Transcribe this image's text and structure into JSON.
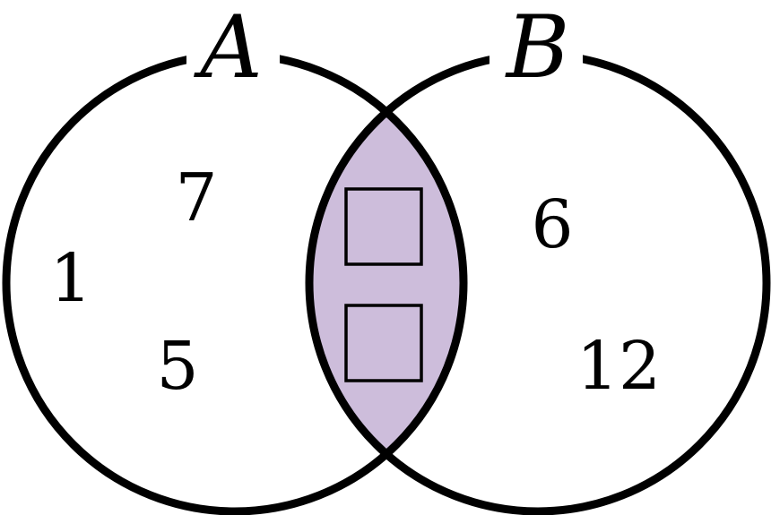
{
  "diagram": {
    "set_a": {
      "label": "A",
      "elements": [
        "7",
        "1",
        "5"
      ]
    },
    "set_b": {
      "label": "B",
      "elements": [
        "6",
        "12"
      ]
    },
    "intersection": {
      "blank_boxes": 2
    },
    "colors": {
      "outline": "#000000",
      "intersection_fill": "#cdbddb",
      "background": "#ffffff"
    }
  }
}
